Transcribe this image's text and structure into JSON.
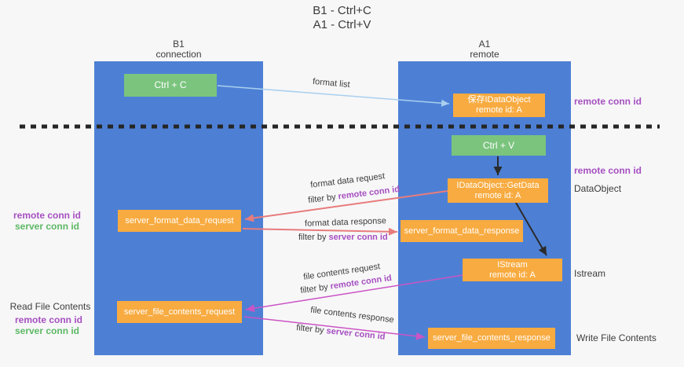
{
  "title": {
    "line1": "B1 - Ctrl+C",
    "line2": "A1 - Ctrl+V"
  },
  "lifelines": {
    "left": {
      "title": "B1",
      "subtitle": "connection"
    },
    "right": {
      "title": "A1",
      "subtitle": "remote"
    }
  },
  "nodes": {
    "ctrl_c": {
      "label": "Ctrl + C"
    },
    "save_idataobject": {
      "line1": "保存IDataObject",
      "line2": "remote id: A"
    },
    "ctrl_v": {
      "label": "Ctrl + V"
    },
    "getdata": {
      "line1": "IDataObject::GetData",
      "line2": "remote id: A"
    },
    "server_format_data_request": {
      "label": "server_format_data_request"
    },
    "server_format_data_response": {
      "label": "server_format_data_response"
    },
    "istream": {
      "line1": "IStream",
      "line2": "remote id: A"
    },
    "server_file_contents_request": {
      "label": "server_file_contents_request"
    },
    "server_file_contents_response": {
      "label": "server_file_contents_response"
    }
  },
  "flow_labels": {
    "format_list": "format list",
    "format_data_request": "format data request",
    "format_data_response": "format data response",
    "file_contents_request": "file contents request",
    "file_contents_response": "file contents response",
    "filter_by": "filter by ",
    "remote_conn_id": "remote conn id",
    "server_conn_id": "server conn id"
  },
  "side_labels": {
    "right_top_remote_conn_id": "remote conn id",
    "right_mid_remote_conn_id": "remote conn id",
    "dataobject": "DataObject",
    "istream": "Istream",
    "write_file_contents": "Write File Contents",
    "left_remote_conn_id": "remote conn id",
    "left_server_conn_id": "server conn id",
    "read_file_contents": "Read File Contents",
    "left2_remote_conn_id": "remote conn id",
    "left2_server_conn_id": "server conn id"
  },
  "colors": {
    "lane_blue": "#4d80d5",
    "node_orange": "#f8ab40",
    "node_green": "#7bc47e",
    "accent_purple": "#a650c0",
    "accent_green": "#5db863",
    "arrow_salmon": "#e87c7c",
    "arrow_magenta": "#cb54c4",
    "arrow_lightblue": "#a9cfee",
    "arrow_black": "#2b2b2b",
    "divider_black": "#262626"
  }
}
